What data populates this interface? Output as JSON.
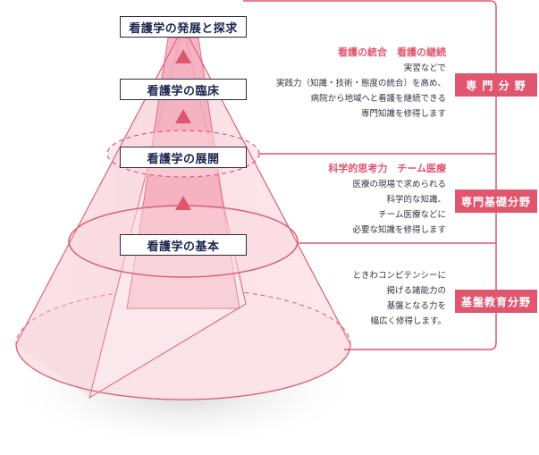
{
  "stages": [
    {
      "label": "看護学の発展と探求"
    },
    {
      "label": "看護学の臨床"
    },
    {
      "label": "看護学の展開"
    },
    {
      "label": "看護学の基本"
    }
  ],
  "fields": [
    {
      "badge": "専 門 分 野",
      "heading": "看護の統合　看護の継続",
      "lines": [
        "実習などで",
        "実践力（知識・技術・態度の統合）を高め、",
        "病院から地域へと看護を継続できる",
        "専門知識を修得します"
      ]
    },
    {
      "badge": "専門基礎分野",
      "heading": "科学的思考力　チーム医療",
      "lines": [
        "医療の現場で求められる",
        "科学的な知識、",
        "チーム医療などに",
        "必要な知識を修得します"
      ]
    },
    {
      "badge": "基盤教育分野",
      "heading": "",
      "lines": [
        "ときわコンピテンシーに",
        "掲げる諸能力の",
        "基盤となる力を",
        "幅広く修得します。"
      ]
    }
  ],
  "colors": {
    "cone_fill": "#fbe3e8",
    "inner_fill": "#f4aabb",
    "ring_stroke": "#d95c74",
    "arrow": "#e0566e",
    "badge": "#e0566e",
    "heading": "#e05570",
    "box_border": "#2a2a46"
  }
}
